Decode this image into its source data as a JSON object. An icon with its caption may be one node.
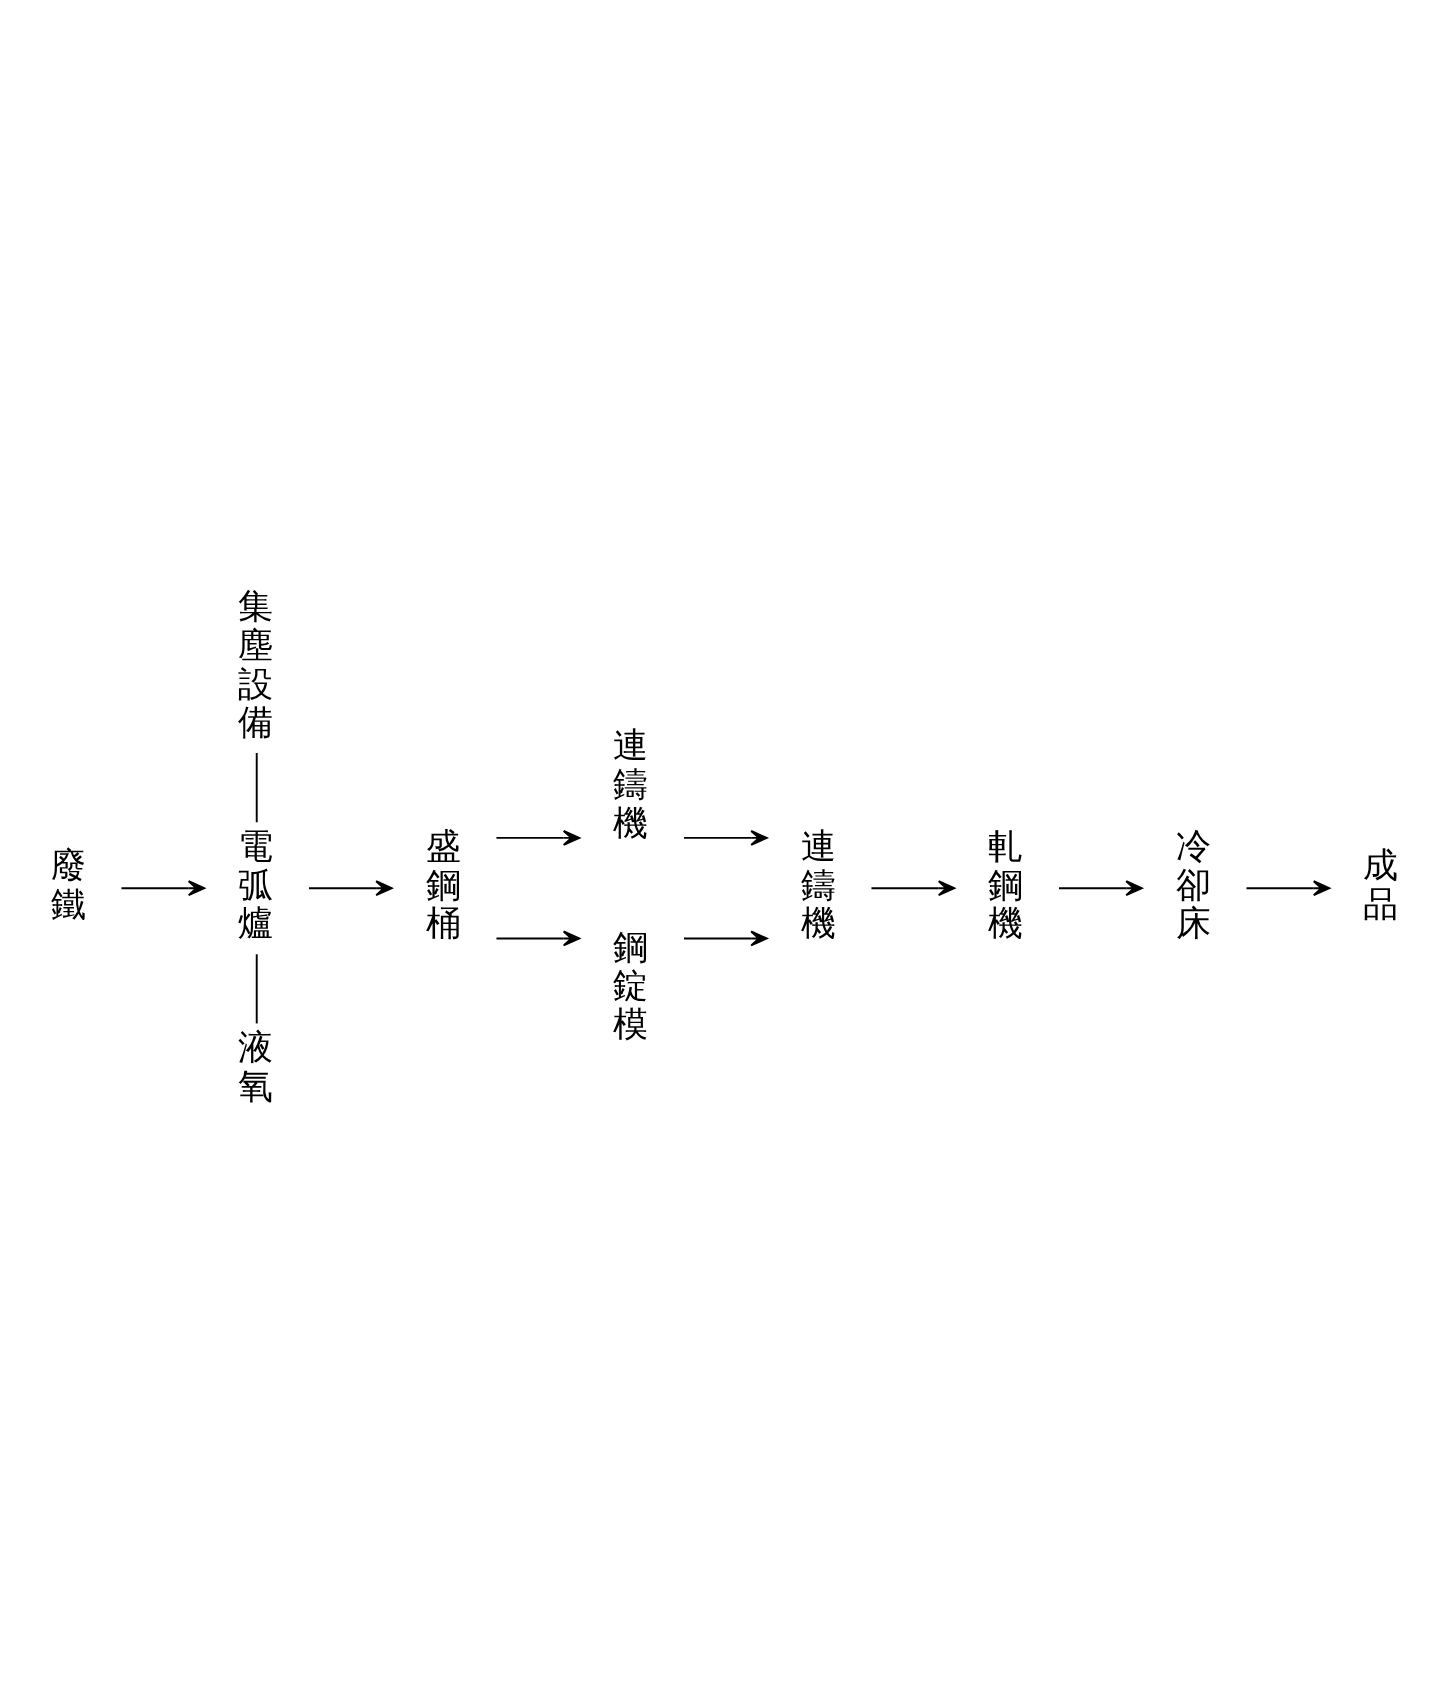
{
  "diagram": {
    "nodes": [
      {
        "text": [
          "廢鐵"
        ]
      },
      {
        "text": [
          "電弧爐"
        ]
      },
      {
        "text": [
          "集塵設備"
        ]
      },
      {
        "text": [
          "液氧"
        ]
      },
      {
        "text": [
          "盛鋼桶"
        ]
      },
      {
        "text": [
          "連鑄機"
        ]
      },
      {
        "text": [
          "鋼錠模"
        ]
      },
      {
        "text": [
          "連鑄機"
        ]
      },
      {
        "text": [
          "軋鋼機"
        ]
      },
      {
        "text": [
          "冷卻床"
        ]
      },
      {
        "text": [
          "成品"
        ]
      }
    ],
    "edges": [
      {
        "from": 0,
        "to": 1,
        "arrow": "to"
      },
      {
        "from": 2,
        "to": 1,
        "arrow": "none"
      },
      {
        "from": 1,
        "to": 3,
        "arrow": "none"
      },
      {
        "from": 1,
        "to": 4,
        "arrow": "to"
      },
      {
        "from": 4,
        "to": 5,
        "arrow": "to"
      },
      {
        "from": 4,
        "to": 6,
        "arrow": "to"
      },
      {
        "from": 5,
        "to": 7,
        "arrow": "to"
      },
      {
        "from": 6,
        "to": 7,
        "arrow": "to"
      },
      {
        "from": 7,
        "to": 8,
        "arrow": "to"
      },
      {
        "from": 8,
        "to": 9,
        "arrow": "to"
      },
      {
        "from": 9,
        "to": 10,
        "arrow": "to"
      }
    ]
  }
}
